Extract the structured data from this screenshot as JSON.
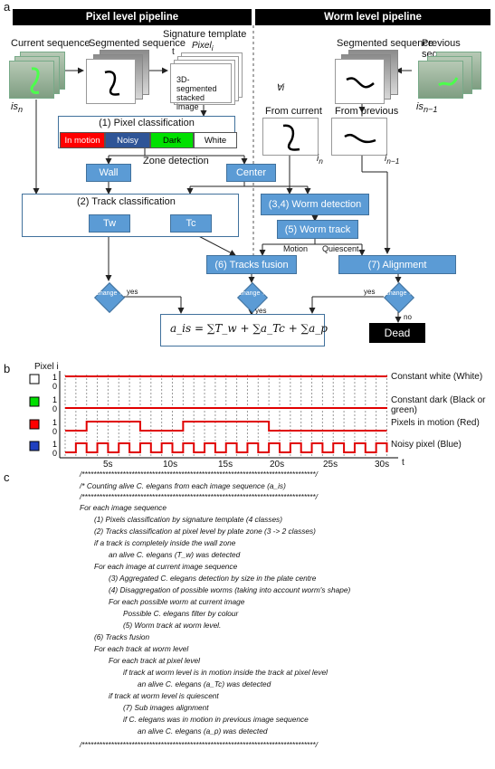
{
  "panels": {
    "a": "a",
    "b": "b",
    "c": "c"
  },
  "headers": {
    "pixel": "Pixel level pipeline",
    "worm": "Worm level pipeline"
  },
  "top_labels": {
    "current_sequence": "Current sequence",
    "segmented_sequence_left": "Segmented sequence",
    "signature_template": "Signature template",
    "pixel_i": "Pixel",
    "pixel_i_sub": "i",
    "t": "t",
    "stacked_image": "3D-segmented stacked image",
    "segmented_sequence_right": "Segmented sequence",
    "previous_sequence": "Previous sequence",
    "is_n": "is",
    "is_n_sub": "n",
    "is_n1": "is",
    "is_n1_sub": "n−1",
    "forall_i": "∀i",
    "from_current": "From current",
    "from_previous": "From previous",
    "i_n": "i",
    "i_n_sub": "n",
    "i_n1": "i",
    "i_n1_sub": "n−1"
  },
  "pixel_classification": {
    "title": "(1) Pixel classification",
    "classes": [
      {
        "label": "In motion",
        "color": "#ff0000",
        "text": "#ffffff"
      },
      {
        "label": "Noisy",
        "color": "#2f5597",
        "text": "#ffffff"
      },
      {
        "label": "Dark",
        "color": "#00e000",
        "text": "#000000"
      },
      {
        "label": "White",
        "color": "#ffffff",
        "text": "#000000"
      }
    ]
  },
  "zone_detection": "Zone detection",
  "wall": "Wall",
  "center": "Center",
  "track_classification": "(2) Track classification",
  "tw": "Tw",
  "tc": "Tc",
  "worm_detection": "(3,4) Worm detection",
  "worm_track": "(5) Worm track",
  "motion": "Motion",
  "quiescent": "Quiescent",
  "tracks_fusion": "(6) Tracks fusion",
  "alignment": "(7) Alignment",
  "change": "Change ?",
  "yes": "yes",
  "no": "no",
  "dead": "Dead",
  "formula": "a_is = ∑T_w + ∑a_Tc + ∑a_p",
  "timeline": {
    "ylabel": "Pixel i",
    "xlabel": "t",
    "ticks": [
      "5s",
      "10s",
      "15s",
      "20s",
      "25s",
      "30s"
    ],
    "rows": [
      {
        "label": "Constant white (White)",
        "swatch": "#ffffff"
      },
      {
        "label": "Constant dark (Black or green)",
        "swatch": "#00e000"
      },
      {
        "label": "Pixels in motion (Red)",
        "swatch": "#ff0000"
      },
      {
        "label": "Noisy pixel (Blue)",
        "swatch": "#1f3fbf"
      }
    ],
    "level_labels": [
      "1",
      "0"
    ]
  },
  "code": [
    "/********************************************************************************/",
    "/* Counting alive C. elegans from each image sequence (a_is)",
    "/********************************************************************************/",
    "For each image sequence",
    "(1) Pixels classification by signature template (4 classes)",
    "(2) Tracks classification at pixel level by plate zone (3 -> 2 classes)",
    "if a track is completely inside the wall zone",
    "an alive C. elegans (T_w) was detected",
    "For each image at current image sequence",
    "(3) Aggregated C. elegans detection by size in the plate centre",
    "(4) Disaggregation of possible worms (taking into account worm's shape)",
    "For each possible worm at current image",
    "Possible C. elegans filter by colour",
    "(5) Worm track at worm level.",
    "(6) Tracks fusion",
    "For each track at worm level",
    "For each track at pixel level",
    "if track at worm level is in motion inside the track at pixel level",
    "an alive C. elegans (a_Tc) was detected",
    "if track at worm level is quiescent",
    "(7) Sub images alignment",
    "if C. elegans was in motion in previous image sequence",
    "an alive C. elegans (a_p) was detected",
    "/********************************************************************************/"
  ]
}
